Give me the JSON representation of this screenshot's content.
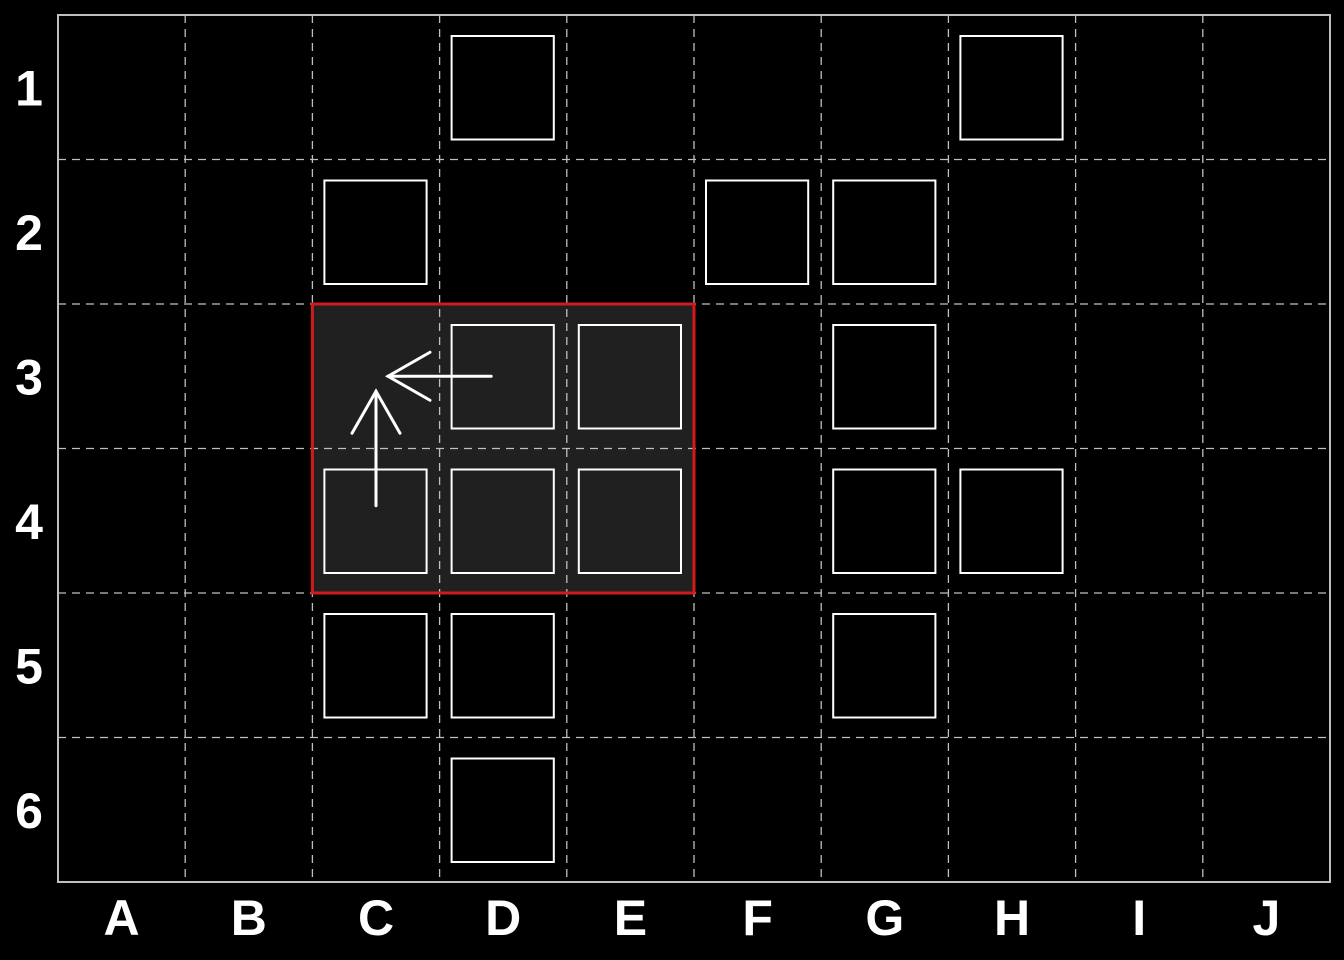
{
  "board": {
    "columns": [
      "A",
      "B",
      "C",
      "D",
      "E",
      "F",
      "G",
      "H",
      "I",
      "J"
    ],
    "rows": [
      "1",
      "2",
      "3",
      "4",
      "5",
      "6"
    ],
    "colors": {
      "background": "#000000",
      "grid_line": "#bfbfbf",
      "border": "#bfbfbf",
      "tile_stroke": "#ffffff",
      "selection_stroke": "#d11a1a",
      "selection_fill": "#202020",
      "arrow": "#ffffff"
    },
    "tiles": [
      {
        "col": "D",
        "row": "1"
      },
      {
        "col": "H",
        "row": "1"
      },
      {
        "col": "C",
        "row": "2"
      },
      {
        "col": "F",
        "row": "2"
      },
      {
        "col": "G",
        "row": "2"
      },
      {
        "col": "D",
        "row": "3"
      },
      {
        "col": "E",
        "row": "3"
      },
      {
        "col": "G",
        "row": "3"
      },
      {
        "col": "C",
        "row": "4"
      },
      {
        "col": "D",
        "row": "4"
      },
      {
        "col": "E",
        "row": "4"
      },
      {
        "col": "G",
        "row": "4"
      },
      {
        "col": "H",
        "row": "4"
      },
      {
        "col": "C",
        "row": "5"
      },
      {
        "col": "D",
        "row": "5"
      },
      {
        "col": "G",
        "row": "5"
      },
      {
        "col": "D",
        "row": "6"
      }
    ],
    "selection": {
      "from_col": "C",
      "to_col": "E",
      "from_row": "3",
      "to_row": "4"
    },
    "arrows": [
      {
        "from": {
          "col": "C",
          "row": "4"
        },
        "to": {
          "col": "C",
          "row": "3"
        },
        "direction": "up"
      },
      {
        "from": {
          "col": "D",
          "row": "3"
        },
        "to": {
          "col": "C",
          "row": "3"
        },
        "direction": "left"
      }
    ]
  }
}
